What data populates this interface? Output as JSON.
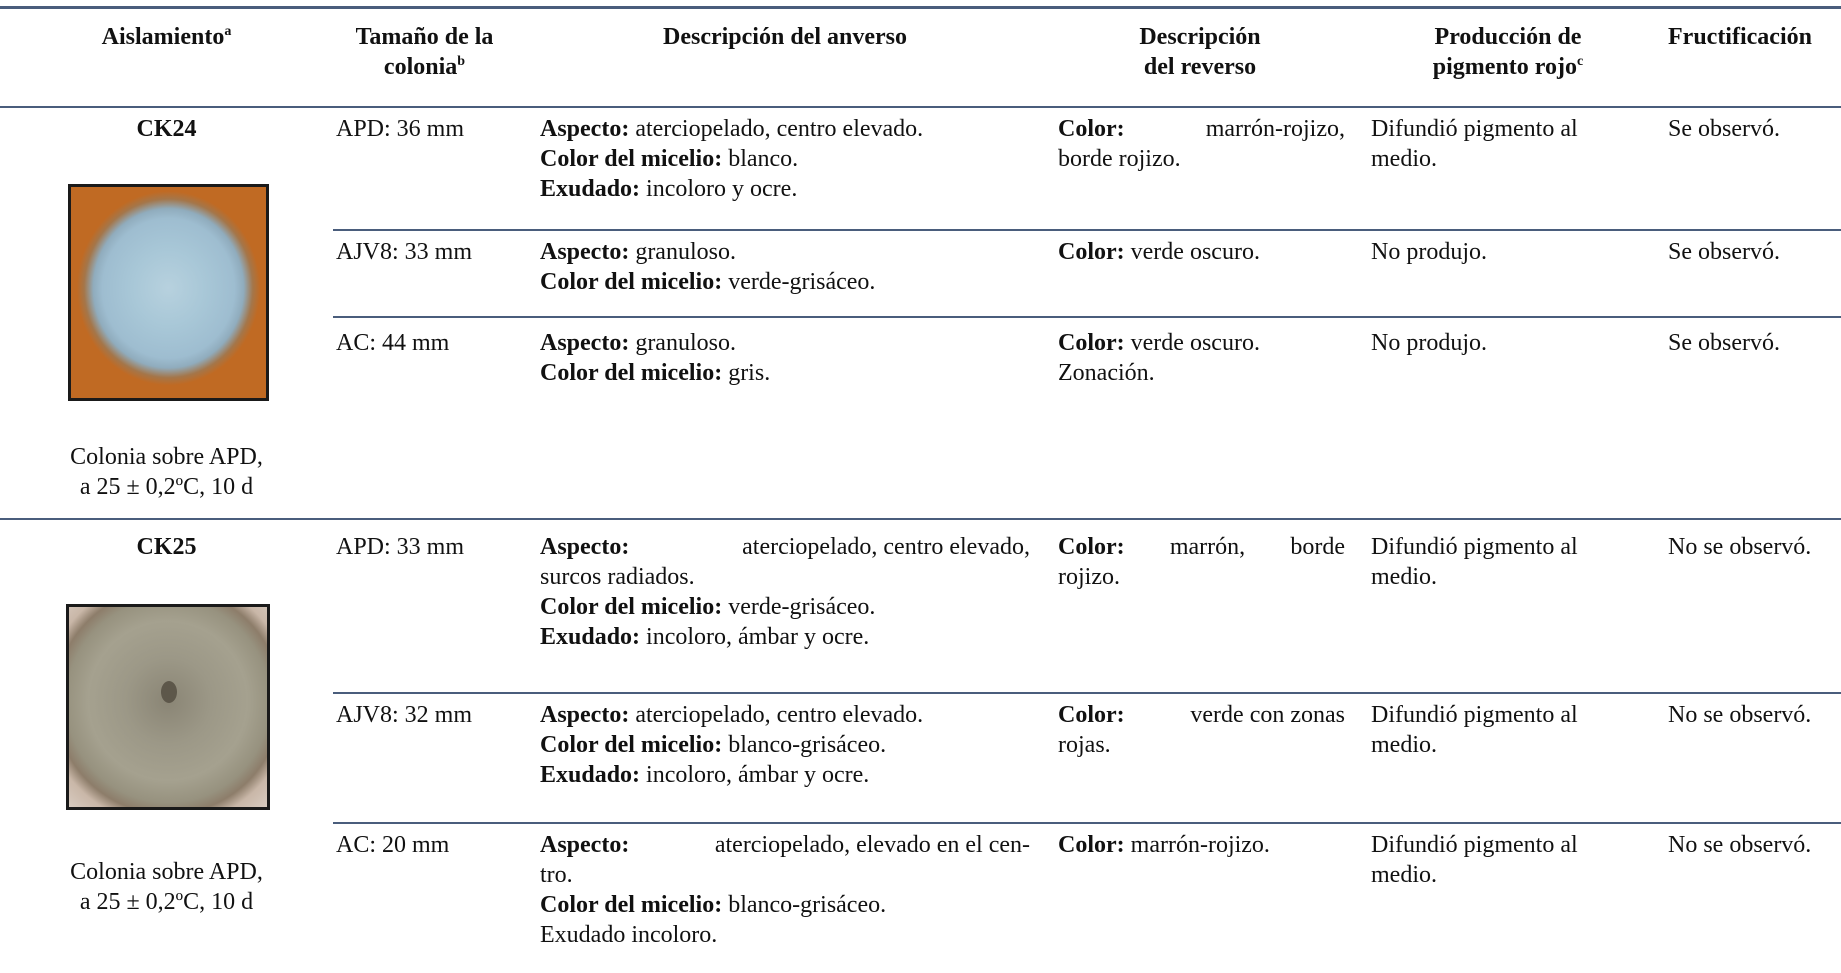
{
  "headers": {
    "aislamiento": "Aislamiento",
    "aislamiento_sup": "a",
    "tamano_l1": "Tamaño de la",
    "tamano_l2": "colonia",
    "tamano_sup": "b",
    "anverso": "Descripción del anverso",
    "reverso_l1": "Descripción",
    "reverso_l2": "del reverso",
    "pigmento_l1": "Producción de",
    "pigmento_l2": "pigmento rojo",
    "pigmento_sup": "c",
    "fructificacion": "Fructificación"
  },
  "isolates": [
    {
      "name": "CK24",
      "caption_l1": "Colonia sobre APD,",
      "caption_l2": "a 25 ± 0,2ºC, 10 d",
      "rows": [
        {
          "size": "APD: 36 mm",
          "anverso": [
            {
              "label": "Aspecto:",
              "text": " aterciopelado, centro elevado."
            },
            {
              "label": "Color del micelio:",
              "text": " blanco."
            },
            {
              "label": "Exudado:",
              "text": " incoloro y ocre."
            }
          ],
          "reverso_l1_label": "Color:",
          "reverso_l1_text": "marrón-rojizo,",
          "reverso_l2": "borde rojizo.",
          "pigmento_l1": "Difundió pigmento al",
          "pigmento_l2": "medio.",
          "fruct": "Se observó."
        },
        {
          "size": "AJV8: 33 mm",
          "anverso": [
            {
              "label": "Aspecto:",
              "text": " granuloso."
            },
            {
              "label": "Color del micelio:",
              "text": " verde-grisáceo."
            }
          ],
          "reverso_label": "Color:",
          "reverso_text": " verde oscuro.",
          "pigmento": "No produjo.",
          "fruct": "Se observó."
        },
        {
          "size": "AC: 44 mm",
          "anverso": [
            {
              "label": "Aspecto:",
              "text": " granuloso."
            },
            {
              "label": "Color del micelio:",
              "text": " gris."
            }
          ],
          "reverso_label": "Color:",
          "reverso_text": " verde oscuro.",
          "reverso_l2": "Zonación.",
          "pigmento": "No produjo.",
          "fruct": "Se observó."
        }
      ]
    },
    {
      "name": "CK25",
      "caption_l1": "Colonia sobre APD,",
      "caption_l2": "a 25 ± 0,2ºC, 10 d",
      "rows": [
        {
          "size": "APD: 33 mm",
          "anverso_l1_label": "Aspecto:",
          "anverso_l1_text": "aterciopelado, centro elevado,",
          "anverso_l2": "surcos radiados.",
          "anverso": [
            {
              "label": "Color del micelio:",
              "text": " verde-grisáceo."
            },
            {
              "label": "Exudado:",
              "text": " incoloro, ámbar y ocre."
            }
          ],
          "reverso_l1_label": "Color:",
          "reverso_l1_text": "marrón,",
          "reverso_l1_text2": "borde",
          "reverso_l2": "rojizo.",
          "pigmento_l1": "Difundió pigmento al",
          "pigmento_l2": "medio.",
          "fruct": "No se observó."
        },
        {
          "size": "AJV8: 32 mm",
          "anverso": [
            {
              "label": "Aspecto:",
              "text": " aterciopelado, centro elevado."
            },
            {
              "label": "Color del micelio:",
              "text": " blanco-grisáceo."
            },
            {
              "label": "Exudado:",
              "text": " incoloro, ámbar y ocre."
            }
          ],
          "reverso_l1_label": "Color:",
          "reverso_l1_text": "verde con zonas",
          "reverso_l2": "rojas.",
          "pigmento_l1": "Difundió pigmento al",
          "pigmento_l2": "medio.",
          "fruct": "No se observó."
        },
        {
          "size": "AC: 20 mm",
          "anverso_l1_label": "Aspecto:",
          "anverso_l1_text": "aterciopelado, elevado en el cen-",
          "anverso_l2": "tro.",
          "anverso": [
            {
              "label": "Color del micelio:",
              "text": " blanco-grisáceo."
            }
          ],
          "anverso_l4": "Exudado incoloro.",
          "reverso_label": "Color:",
          "reverso_text": " marrón-rojizo.",
          "pigmento_l1": "Difundió pigmento al",
          "pigmento_l2": "medio.",
          "fruct": "No se observó."
        }
      ]
    }
  ]
}
